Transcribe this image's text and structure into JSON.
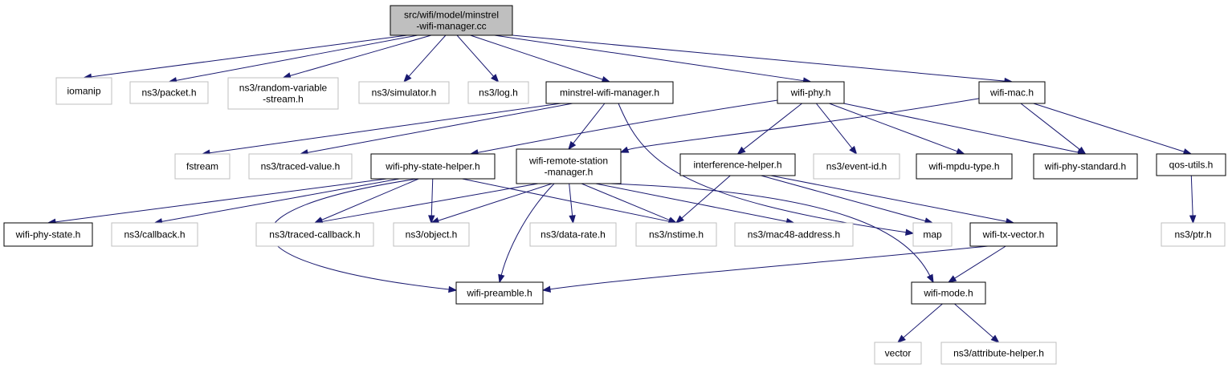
{
  "colors": {
    "edge": "#191970",
    "root_fill": "#bfbfbf",
    "node_border": "#000000",
    "ext_border": "#bfbfbf"
  },
  "nodes": {
    "root": {
      "lines": [
        "src/wifi/model/minstrel",
        "-wifi-manager.cc"
      ],
      "kind": "root"
    },
    "iomanip": {
      "lines": [
        "iomanip"
      ],
      "kind": "ext"
    },
    "packet": {
      "lines": [
        "ns3/packet.h"
      ],
      "kind": "ext"
    },
    "random": {
      "lines": [
        "ns3/random-variable",
        "-stream.h"
      ],
      "kind": "ext"
    },
    "simulator": {
      "lines": [
        "ns3/simulator.h"
      ],
      "kind": "ext"
    },
    "log": {
      "lines": [
        "ns3/log.h"
      ],
      "kind": "ext"
    },
    "minstrel": {
      "lines": [
        "minstrel-wifi-manager.h"
      ],
      "kind": "int"
    },
    "wifiphy": {
      "lines": [
        "wifi-phy.h"
      ],
      "kind": "int"
    },
    "wifimac": {
      "lines": [
        "wifi-mac.h"
      ],
      "kind": "int"
    },
    "fstream": {
      "lines": [
        "fstream"
      ],
      "kind": "ext"
    },
    "tracedvalue": {
      "lines": [
        "ns3/traced-value.h"
      ],
      "kind": "ext"
    },
    "phystatehelper": {
      "lines": [
        "wifi-phy-state-helper.h"
      ],
      "kind": "int"
    },
    "remote": {
      "lines": [
        "wifi-remote-station",
        "-manager.h"
      ],
      "kind": "int"
    },
    "interference": {
      "lines": [
        "interference-helper.h"
      ],
      "kind": "int"
    },
    "eventid": {
      "lines": [
        "ns3/event-id.h"
      ],
      "kind": "ext"
    },
    "mpdutype": {
      "lines": [
        "wifi-mpdu-type.h"
      ],
      "kind": "int"
    },
    "phystandard": {
      "lines": [
        "wifi-phy-standard.h"
      ],
      "kind": "int"
    },
    "qosutils": {
      "lines": [
        "qos-utils.h"
      ],
      "kind": "int"
    },
    "phystate": {
      "lines": [
        "wifi-phy-state.h"
      ],
      "kind": "int"
    },
    "callback": {
      "lines": [
        "ns3/callback.h"
      ],
      "kind": "ext"
    },
    "tracedcallback": {
      "lines": [
        "ns3/traced-callback.h"
      ],
      "kind": "ext"
    },
    "object": {
      "lines": [
        "ns3/object.h"
      ],
      "kind": "ext"
    },
    "datarate": {
      "lines": [
        "ns3/data-rate.h"
      ],
      "kind": "ext"
    },
    "nstime": {
      "lines": [
        "ns3/nstime.h"
      ],
      "kind": "ext"
    },
    "mac48": {
      "lines": [
        "ns3/mac48-address.h"
      ],
      "kind": "ext"
    },
    "map": {
      "lines": [
        "map"
      ],
      "kind": "ext"
    },
    "txvector": {
      "lines": [
        "wifi-tx-vector.h"
      ],
      "kind": "int"
    },
    "ptr": {
      "lines": [
        "ns3/ptr.h"
      ],
      "kind": "ext"
    },
    "preamble": {
      "lines": [
        "wifi-preamble.h"
      ],
      "kind": "int"
    },
    "mode": {
      "lines": [
        "wifi-mode.h"
      ],
      "kind": "int"
    },
    "vector": {
      "lines": [
        "vector"
      ],
      "kind": "ext"
    },
    "attrhelper": {
      "lines": [
        "ns3/attribute-helper.h"
      ],
      "kind": "ext"
    }
  },
  "edges": [
    [
      "root",
      "iomanip"
    ],
    [
      "root",
      "packet"
    ],
    [
      "root",
      "random"
    ],
    [
      "root",
      "simulator"
    ],
    [
      "root",
      "log"
    ],
    [
      "root",
      "minstrel"
    ],
    [
      "root",
      "wifiphy"
    ],
    [
      "root",
      "wifimac"
    ],
    [
      "minstrel",
      "fstream"
    ],
    [
      "minstrel",
      "tracedvalue"
    ],
    [
      "minstrel",
      "remote"
    ],
    [
      "minstrel",
      "map"
    ],
    [
      "wifiphy",
      "phystatehelper"
    ],
    [
      "wifiphy",
      "interference"
    ],
    [
      "wifiphy",
      "eventid"
    ],
    [
      "wifiphy",
      "mpdutype"
    ],
    [
      "wifiphy",
      "phystandard"
    ],
    [
      "wifimac",
      "remote"
    ],
    [
      "wifimac",
      "phystandard"
    ],
    [
      "wifimac",
      "qosutils"
    ],
    [
      "phystatehelper",
      "phystate"
    ],
    [
      "phystatehelper",
      "callback"
    ],
    [
      "phystatehelper",
      "tracedcallback"
    ],
    [
      "phystatehelper",
      "object"
    ],
    [
      "phystatehelper",
      "nstime"
    ],
    [
      "phystatehelper",
      "preamble"
    ],
    [
      "remote",
      "tracedcallback"
    ],
    [
      "remote",
      "object"
    ],
    [
      "remote",
      "datarate"
    ],
    [
      "remote",
      "nstime"
    ],
    [
      "remote",
      "mac48"
    ],
    [
      "remote",
      "preamble"
    ],
    [
      "remote",
      "mode"
    ],
    [
      "interference",
      "nstime"
    ],
    [
      "interference",
      "map"
    ],
    [
      "interference",
      "txvector"
    ],
    [
      "qosutils",
      "ptr"
    ],
    [
      "txvector",
      "preamble"
    ],
    [
      "txvector",
      "mode"
    ],
    [
      "mode",
      "vector"
    ],
    [
      "mode",
      "attrhelper"
    ]
  ]
}
